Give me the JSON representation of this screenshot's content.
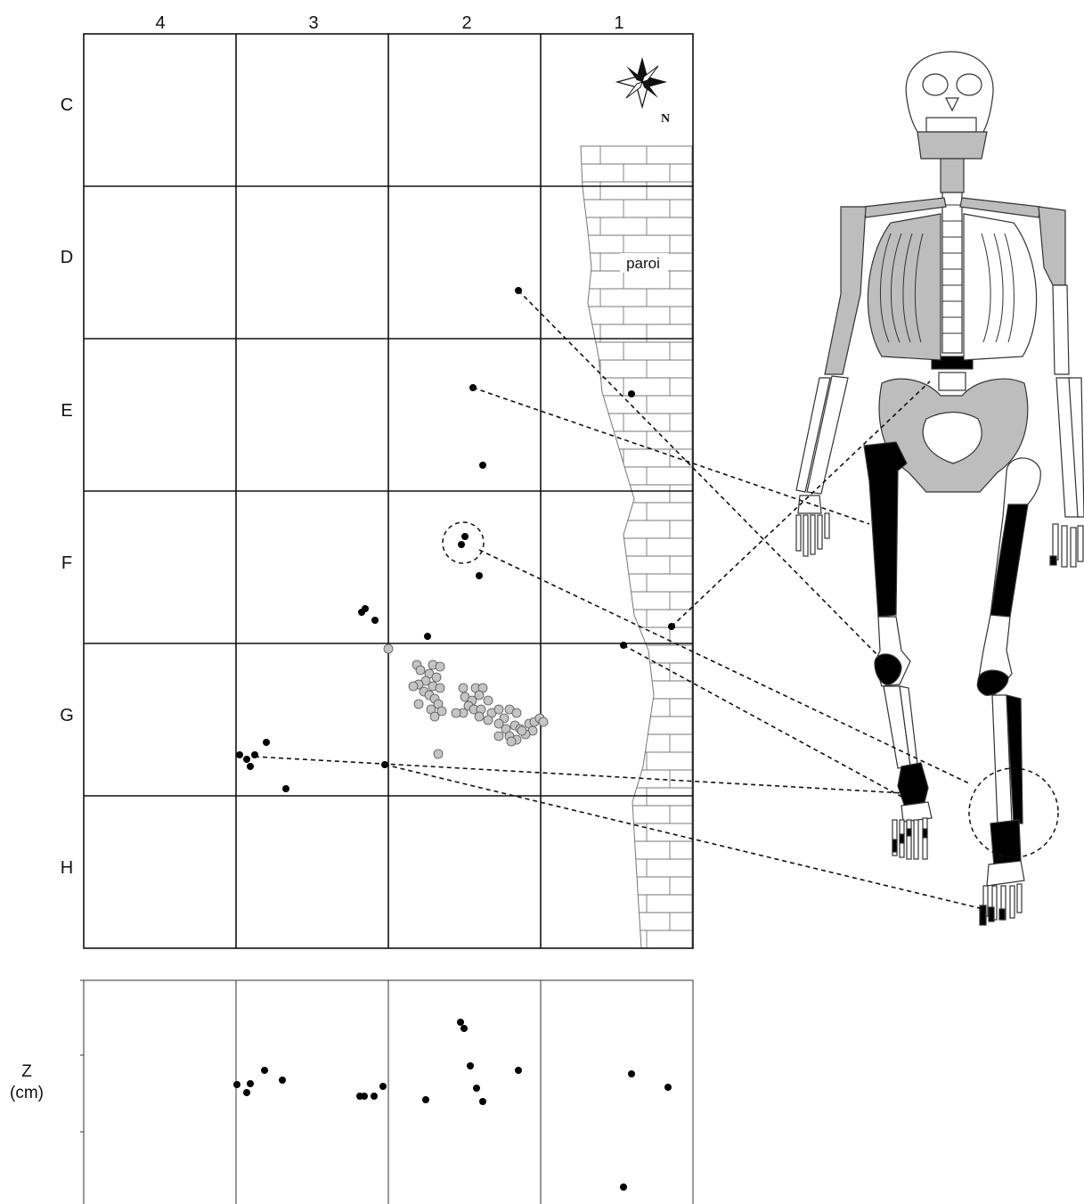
{
  "plan": {
    "columns": [
      "4",
      "3",
      "2",
      "1"
    ],
    "rows": [
      "C",
      "D",
      "E",
      "F",
      "G",
      "H"
    ],
    "wall_label": "paroi",
    "north_label": "N"
  },
  "section": {
    "z_label": "Z",
    "z_unit": "(cm)"
  },
  "colors": {
    "line": "#111111",
    "bone_shaded": "#bdbdbd",
    "bone_found": "#000000",
    "bone_white": "#ffffff",
    "gray_point": "#c4c4c4"
  },
  "icons": [
    "compass-rose-icon",
    "skeleton-figure"
  ]
}
